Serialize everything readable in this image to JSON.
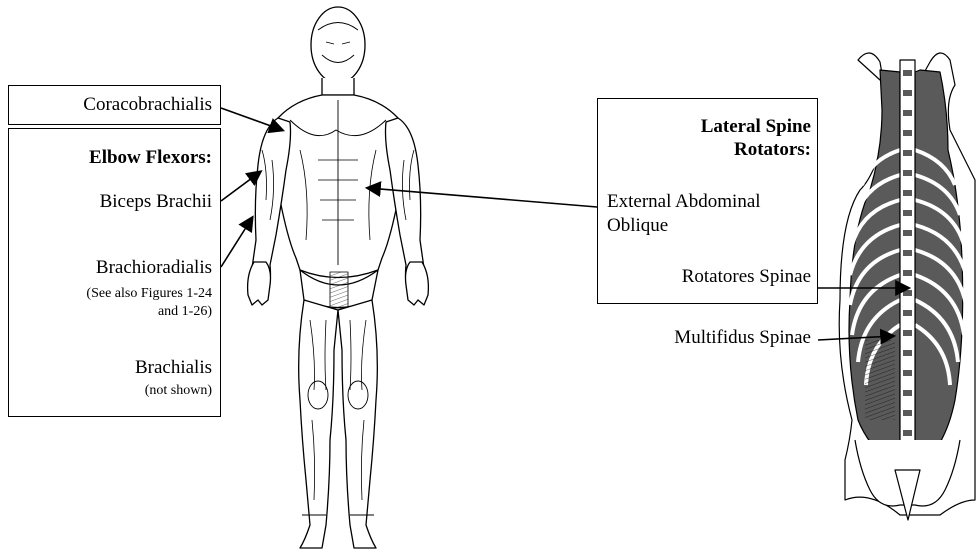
{
  "left_labels": {
    "coracobrachialis": "Coracobrachialis",
    "elbow_flexors_heading": "Elbow Flexors:",
    "biceps_brachii": "Biceps Brachii",
    "brachioradialis": "Brachioradialis",
    "brachioradialis_note_1": "(See also Figures 1-24",
    "brachioradialis_note_2": "and 1-26)",
    "brachialis": "Brachialis",
    "brachialis_note": "(not shown)"
  },
  "right_labels": {
    "heading_line_1": "Lateral Spine",
    "heading_line_2": "Rotators:",
    "external_oblique_1": "External Abdominal",
    "external_oblique_2": "Oblique",
    "rotatores_spinae": "Rotatores Spinae",
    "multifidus_spinae": "Multifidus Spinae"
  },
  "figures": {
    "front_body_icon": "anterior-muscular-body-illustration",
    "back_spine_icon": "posterior-spine-ribcage-illustration"
  },
  "colors": {
    "line": "#000000",
    "muscle_dark": "#5a5a5a",
    "rib_white": "#ffffff"
  }
}
